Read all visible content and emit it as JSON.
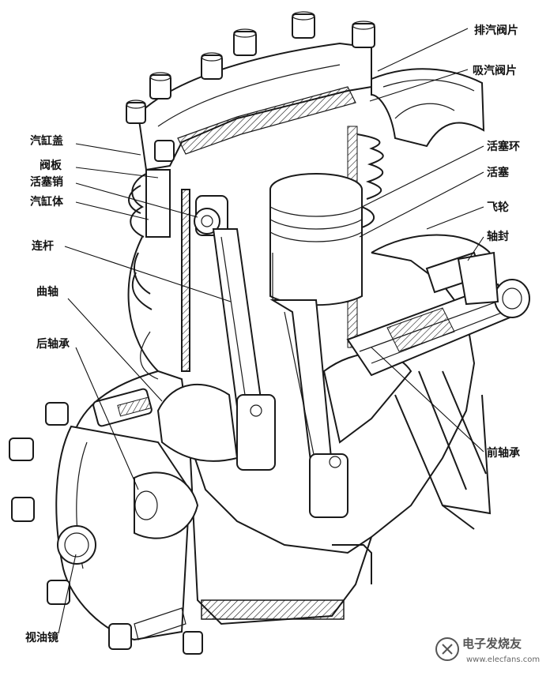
{
  "labels": {
    "exhaust_valve": "排汽阀片",
    "intake_valve": "吸汽阀片",
    "piston_ring": "活塞环",
    "piston": "活塞",
    "flywheel": "飞轮",
    "shaft_seal": "轴封",
    "cylinder_head": "汽缸盖",
    "valve_plate": "阀板",
    "piston_pin": "活塞销",
    "cylinder_body": "汽缸体",
    "connecting_rod": "连杆",
    "crankshaft": "曲轴",
    "rear_bearing": "后轴承",
    "front_bearing": "前轴承",
    "sight_glass": "视油镜"
  },
  "watermark": {
    "brand": "电子发烧友",
    "url": "www.elecfans.com"
  }
}
